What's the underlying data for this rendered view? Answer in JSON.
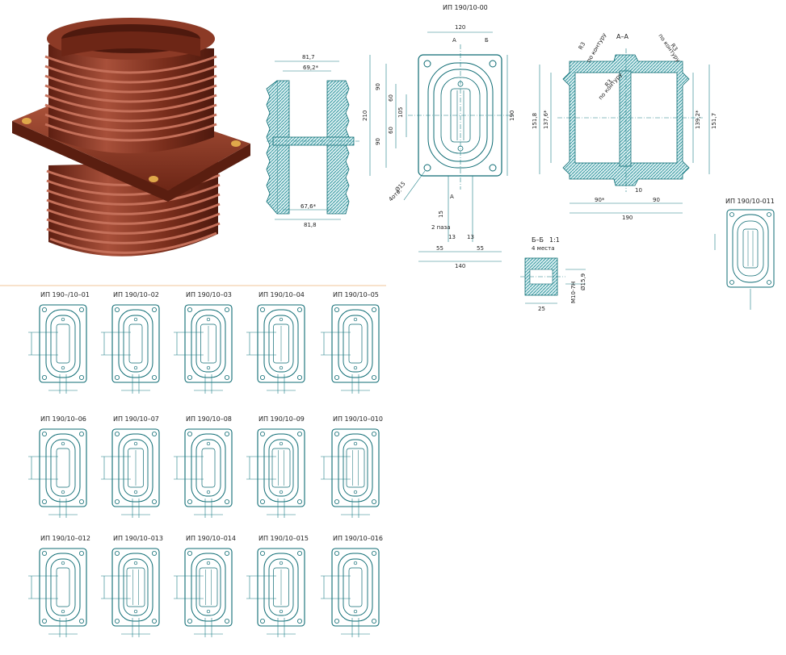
{
  "colors": {
    "teal": "#0d6b73",
    "hatch": "#1d8a93",
    "product": "#7a2e1c",
    "product_light": "#a8503a",
    "brass": "#e0a84a",
    "separator": "#f2c49a"
  },
  "main": {
    "title": "ИП 190/10-00",
    "dims": {
      "d1": "81,7",
      "d2": "69,2*",
      "d3": "67,6*",
      "d4": "81,8",
      "d5": "120",
      "d6": "90",
      "d7": "60",
      "d8": "105",
      "d9": "60",
      "d10": "90",
      "d11": "210",
      "d12": "190",
      "d13": "15",
      "d14": "2 паза",
      "d15": "13",
      "d16": "13",
      "d17": "55",
      "d18": "55",
      "d19": "140",
      "d20": "4отв.",
      "d21": "Ø15",
      "secA": "А",
      "secB": "Б"
    }
  },
  "section_aa": {
    "title": "А–А",
    "dims": {
      "h1": "151,8",
      "h2": "137,6*",
      "h3": "139,2*",
      "h4": "151,7",
      "w1": "90*",
      "w2": "90",
      "w3": "10",
      "w4": "190",
      "r1": "R3",
      "r2": "по контуру",
      "r3": "R3",
      "r4": "по контуру",
      "r5": "R3",
      "r6": "по контуру"
    }
  },
  "section_bb": {
    "title": "Б–Б",
    "scale": "1:1",
    "places": "4 места",
    "dims": {
      "d1": "25",
      "d2": "Ø15,9",
      "d3": "M10-7H"
    }
  },
  "variant_011": {
    "title": "ИП 190/10-011"
  },
  "variants": [
    {
      "title": "ИП 190–/10–01"
    },
    {
      "title": "ИП 190/10–02"
    },
    {
      "title": "ИП 190/10–03"
    },
    {
      "title": "ИП 190/10–04"
    },
    {
      "title": "ИП 190/10–05"
    },
    {
      "title": "ИП 190/10–06"
    },
    {
      "title": "ИП 190/10–07"
    },
    {
      "title": "ИП 190/10–08"
    },
    {
      "title": "ИП 190/10–09"
    },
    {
      "title": "ИП 190/10–010"
    },
    {
      "title": "ИП 190/10–012"
    },
    {
      "title": "ИП 190/10–013"
    },
    {
      "title": "ИП 190/10–014"
    },
    {
      "title": "ИП 190/10–015"
    },
    {
      "title": "ИП 190/10–016"
    }
  ]
}
